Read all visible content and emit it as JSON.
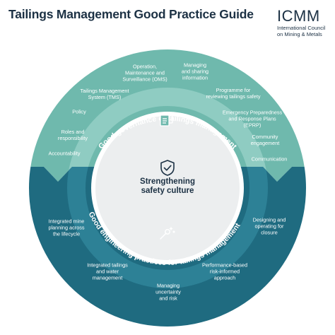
{
  "header": {
    "title": "Tailings Management Good Practice Guide",
    "logo_mark": "ICMM",
    "logo_sub": "International Council\non Mining & Metals"
  },
  "colors": {
    "top_ring": "#6fb9ad",
    "top_ring_inner": "#8fccc2",
    "bottom_ring": "#1f6b80",
    "bottom_ring_inner": "#2d8196",
    "center": "#eceeef",
    "dark_text": "#1c3144"
  },
  "center": {
    "text": "Strengthening\nsafety culture",
    "icon": "shield-check-icon"
  },
  "top_section": {
    "arc_title": "Good governance of tailings management",
    "icon": "documents-icon",
    "items": [
      "Operation,\nMaintenance and\nSurveillance (OMS)",
      "Managing\nand sharing\ninformation",
      "Tailings Management\nSystem (TMS)",
      "Programme for\nreviewing tailings safety",
      "Policy",
      "Emergency Preparedness\nand Response Plans\n(EPRP)",
      "Roles and\nresponsibility",
      "Community\nengagement",
      "Accountability",
      "Communication"
    ]
  },
  "bottom_section": {
    "arc_title": "Good engineering practices for tailings management",
    "icon": "wrench-sparkle-icon",
    "items": [
      "Integrated mine\nplanning across\nthe lifecycle",
      "Designing and\noperating for\nclosure",
      "Integrated tailings\nand water\nmanagement",
      "Performance-based\nrisk-informed\napproach",
      "Managing\nuncertainty\nand risk"
    ]
  }
}
